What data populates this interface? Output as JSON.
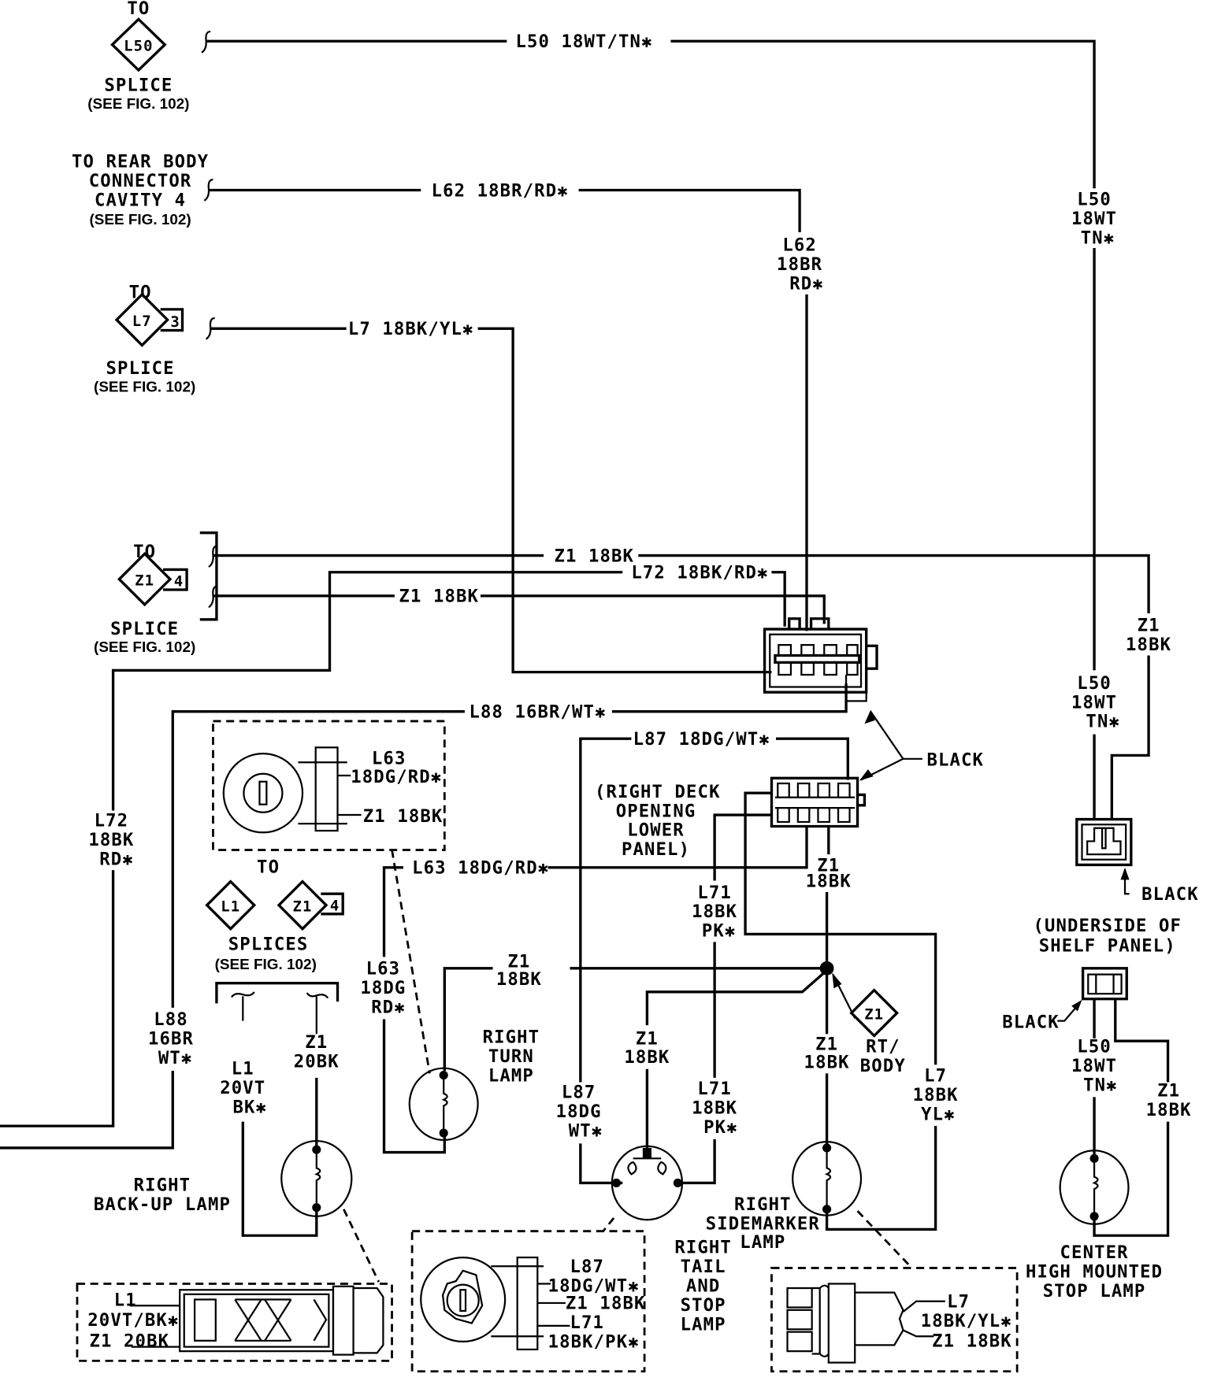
{
  "colors": {
    "ink": "#000000",
    "paper": "#ffffff"
  },
  "l50_splice": {
    "to": "TO",
    "id": "L50",
    "title": "SPLICE",
    "ref": "(SEE FIG. 102)"
  },
  "rear_body": {
    "lines": [
      "TO REAR BODY",
      "CONNECTOR",
      "CAVITY 4"
    ],
    "ref": "(SEE FIG. 102)"
  },
  "l7_splice": {
    "to": "TO",
    "id": "L7",
    "cavity": "3",
    "title": "SPLICE",
    "ref": "(SEE FIG. 102)"
  },
  "z1_splice": {
    "to": "TO",
    "id": "Z1",
    "cavity": "4",
    "title": "SPLICE",
    "ref": "(SEE FIG. 102)"
  },
  "wires": {
    "l50_h": "L50 18WT/TN✱",
    "l62_h": "L62 18BR/RD✱",
    "l7_h": "L7 18BK/YL✱",
    "z1_h1": "Z1 18BK",
    "l72_h": "L72 18BK/RD✱",
    "z1_h2": "Z1 18BK",
    "l88_h": "L88 16BR/WT✱",
    "l87_h": "L87 18DG/WT✱",
    "l63_h": "L63 18DG/RD✱",
    "l50_v1": [
      "L50",
      "18WT",
      "TN✱"
    ],
    "l62_v": [
      "L62",
      "18BR",
      "RD✱"
    ],
    "z1_v_right": [
      "Z1",
      "18BK"
    ],
    "l50_v2": [
      "L50",
      "18WT",
      "TN✱"
    ],
    "l72_v": [
      "L72",
      "18BK",
      "RD✱"
    ],
    "l88_v": [
      "L88",
      "16BR",
      "WT✱"
    ],
    "l63_v": [
      "L63",
      "18DG",
      "RD✱"
    ],
    "l71_v1": [
      "L71",
      "18BK",
      "PK✱"
    ],
    "z1_v_conn": [
      "Z1",
      "18BK"
    ],
    "z1_turn": [
      "Z1",
      "18BK"
    ],
    "z1_tail": [
      "Z1",
      "18BK"
    ],
    "z1_side": [
      "Z1",
      "18BK"
    ],
    "l87_v": [
      "L87",
      "18DG",
      "WT✱"
    ],
    "l71_v2": [
      "L71",
      "18BK",
      "PK✱"
    ],
    "l7_v": [
      "L7",
      "18BK",
      "YL✱"
    ],
    "l1_v": [
      "L1",
      "20VT",
      "BK✱"
    ],
    "z1_backup": [
      "Z1",
      "20BK"
    ],
    "l50_v3": [
      "L50",
      "18WT",
      "TN✱"
    ],
    "z1_chmsl": [
      "Z1",
      "18BK"
    ]
  },
  "connectors": {
    "black1": "BLACK",
    "black2": "BLACK",
    "black3": "BLACK",
    "deck": [
      "(RIGHT DECK",
      "OPENING",
      "LOWER",
      "PANEL)"
    ],
    "shelf": [
      "(UNDERSIDE OF",
      "SHELF PANEL)"
    ]
  },
  "ground": {
    "id": "Z1",
    "label": [
      "RT/",
      "BODY"
    ]
  },
  "splices_bottom": {
    "to": "TO",
    "ids": [
      "L1",
      "Z1"
    ],
    "cavity": "4",
    "title": "SPLICES",
    "ref": "(SEE FIG. 102)"
  },
  "lamps": {
    "turn": [
      "RIGHT",
      "TURN",
      "LAMP"
    ],
    "backup": [
      "RIGHT",
      "BACK-UP LAMP"
    ],
    "tail": [
      "RIGHT",
      "TAIL",
      "AND",
      "STOP",
      "LAMP"
    ],
    "sidemarker": [
      "RIGHT",
      "SIDEMARKER",
      "LAMP"
    ],
    "chmsl": [
      "CENTER",
      "HIGH MOUNTED",
      "STOP LAMP"
    ]
  },
  "details": {
    "turn_socket": [
      "L63",
      "18DG/RD✱",
      "Z1 18BK"
    ],
    "backup_socket": [
      "L1",
      "20VT/BK✱",
      "Z1 20BK"
    ],
    "tail_socket": [
      "L87",
      "18DG/WT✱",
      "Z1 18BK",
      "L71",
      "18BK/PK✱"
    ],
    "side_socket": [
      "L7",
      "18BK/YL✱",
      "Z1 18BK"
    ]
  }
}
